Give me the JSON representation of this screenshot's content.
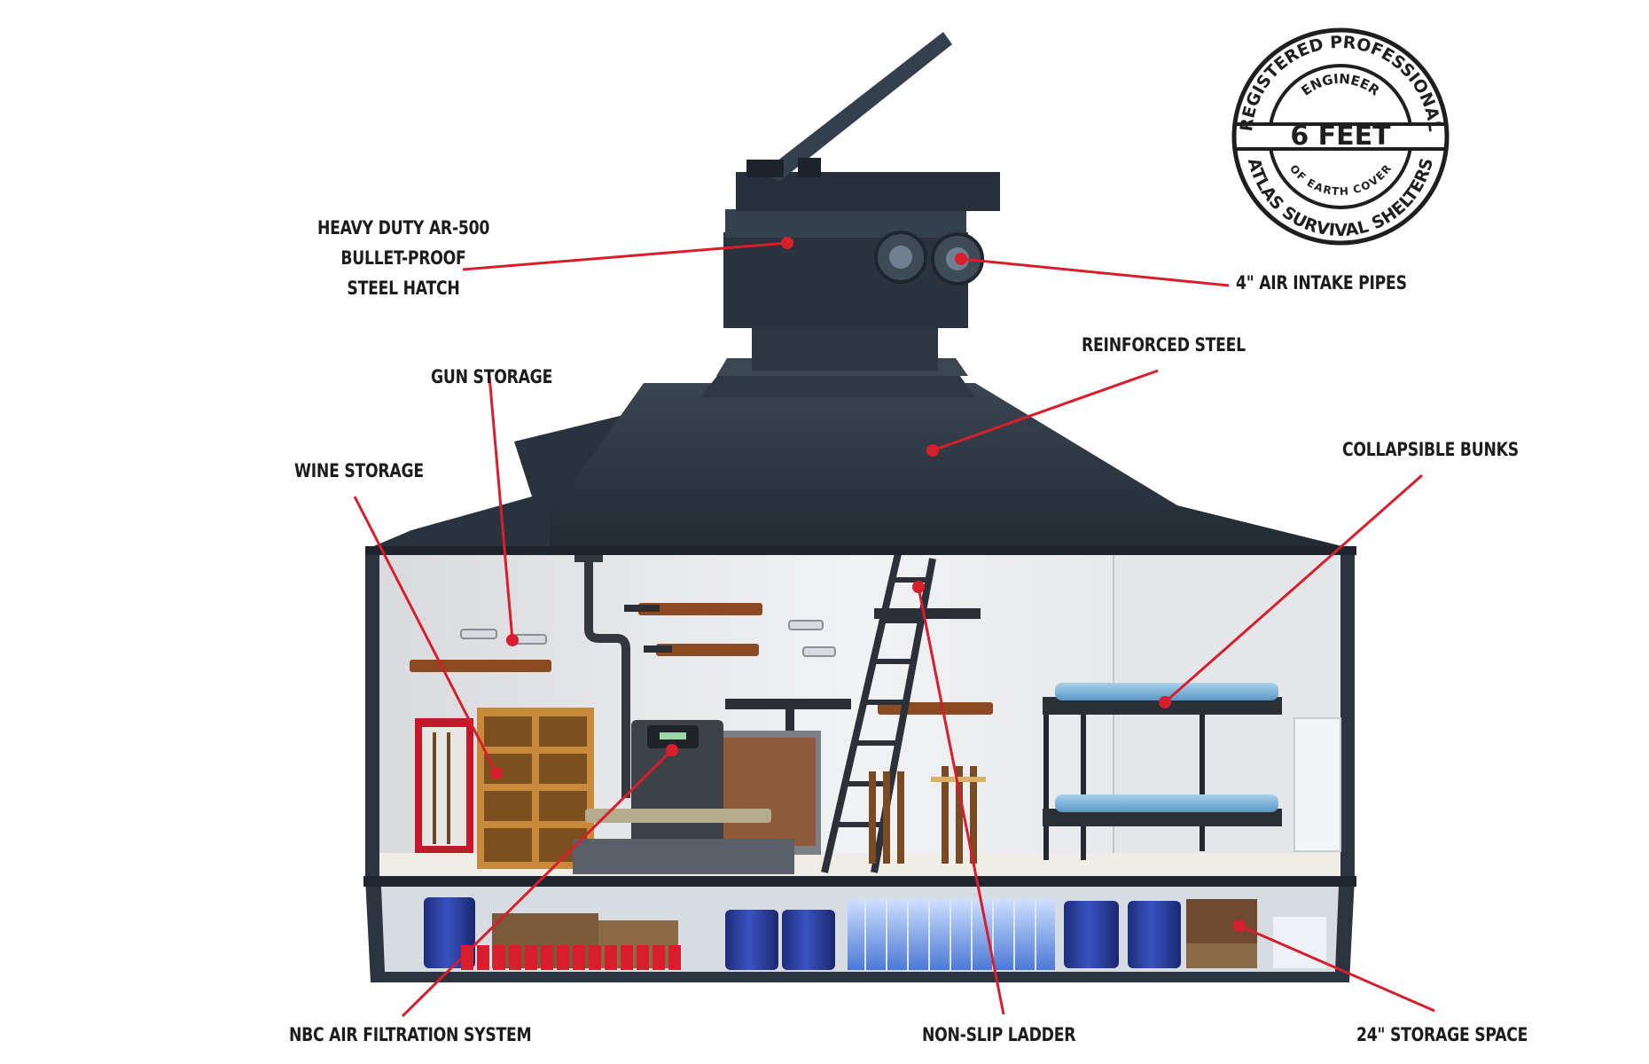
{
  "callouts": {
    "hatch": [
      "HEAVY DUTY AR-500",
      "BULLET-PROOF",
      "STEEL HATCH"
    ],
    "air_intake": "4\" AIR INTAKE PIPES",
    "reinforced_steel": "REINFORCED STEEL",
    "gun_storage": "GUN STORAGE",
    "wine_storage": "WINE STORAGE",
    "collapsible_bunks": "COLLAPSIBLE BUNKS",
    "nbc_filtration": "NBC AIR FILTRATION SYSTEM",
    "ladder": "NON-SLIP LADDER",
    "storage_space": "24\" STORAGE SPACE"
  },
  "badge": {
    "top_arc": "REGISTERED PROFESSIONAL",
    "inner_top": "ENGINEER",
    "center": "6 FEET",
    "inner_bottom": "OF EARTH COVER",
    "bottom_arc": "ATLAS SURVIVAL SHELTERS"
  },
  "colors": {
    "roof": "#2b3440",
    "callout_line": "#d81e2c",
    "interior_wall": "#e9eaec",
    "floor": "#f0ede6",
    "barrel": "#2a3f9e",
    "wine_rack": "#c88a3a"
  }
}
